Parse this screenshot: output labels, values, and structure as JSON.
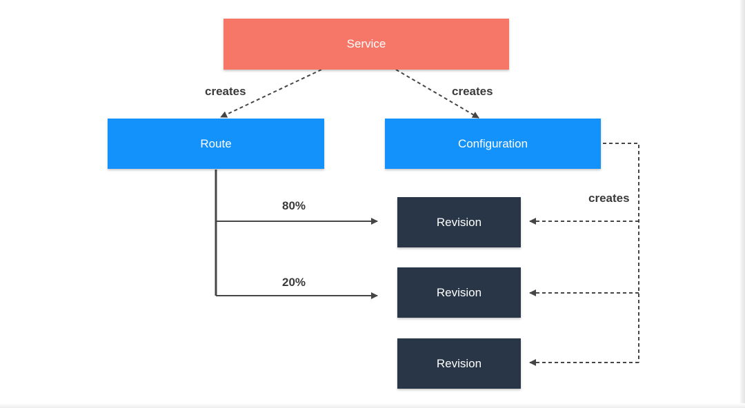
{
  "nodes": {
    "service": "Service",
    "route": "Route",
    "configuration": "Configuration",
    "revisions": [
      "Revision",
      "Revision",
      "Revision"
    ]
  },
  "edges": {
    "service_route": "creates",
    "service_configuration": "creates",
    "configuration_revisions": "creates",
    "split_first": "80%",
    "split_second": "20%"
  },
  "colors": {
    "service": "#f67768",
    "route_configuration": "#1492fb",
    "revision": "#283647",
    "connector": "#454545"
  }
}
